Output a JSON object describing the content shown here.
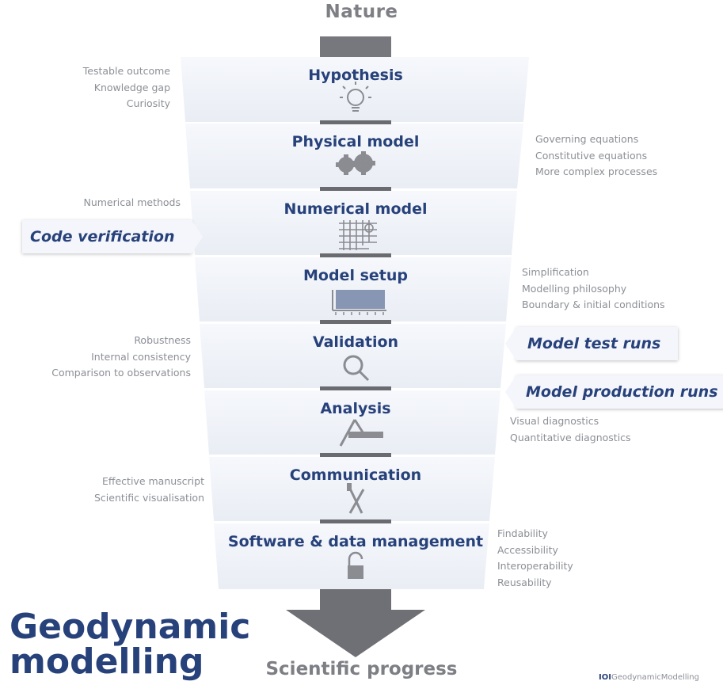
{
  "top_label": "Nature",
  "stages": [
    {
      "title": "Hypothesis",
      "icon": "lightbulb-icon"
    },
    {
      "title": "Physical model",
      "icon": "gears-icon"
    },
    {
      "title": "Numerical model",
      "icon": "mesh-grid-icon"
    },
    {
      "title": "Model setup",
      "icon": "model-box-icon"
    },
    {
      "title": "Validation",
      "icon": "magnifier-icon"
    },
    {
      "title": "Analysis",
      "icon": "compass-ruler-icon"
    },
    {
      "title": "Communication",
      "icon": "pen-tools-icon"
    },
    {
      "title": "Software & data management",
      "icon": "padlock-icon"
    }
  ],
  "notes": {
    "hypothesis": [
      "Testable outcome",
      "Knowledge gap",
      "Curiosity"
    ],
    "physical": [
      "Governing equations",
      "Constitutive equations",
      "More complex processes"
    ],
    "numerical": [
      "Numerical methods"
    ],
    "setup": [
      "Simplification",
      "Modelling philosophy",
      "Boundary & initial conditions"
    ],
    "validation": [
      "Robustness",
      "Internal consistency",
      "Comparison to observations"
    ],
    "analysis": [
      "Visual diagnostics",
      "Quantitative diagnostics"
    ],
    "communication": [
      "Effective manuscript",
      "Scientific visualisation"
    ],
    "software": [
      "Findability",
      "Accessibility",
      "Interoperability",
      "Reusability"
    ]
  },
  "callouts": {
    "verification": "Code verification",
    "test_runs": "Model test runs",
    "production_runs": "Model production runs"
  },
  "main_title_line1": "Geodynamic",
  "main_title_line2": "modelling",
  "bottom_label": "Scientific progress",
  "credit_prefix": "IOI",
  "credit_text": "GeodynamicModelling",
  "colors": {
    "title_blue": "#27417a",
    "grey": "#77787d",
    "note_grey": "#8c8f96"
  }
}
